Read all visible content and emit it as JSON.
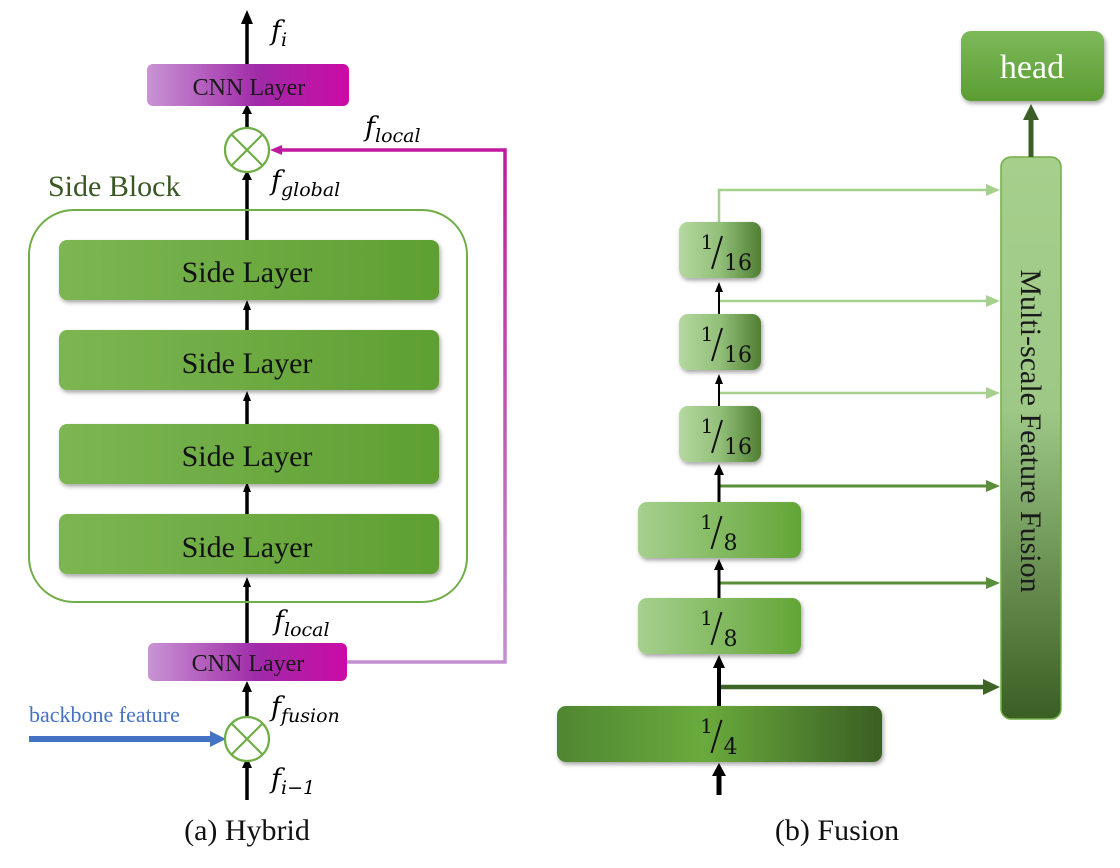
{
  "panels": {
    "hybrid": {
      "caption": "(a) Hybrid",
      "top_output": {
        "base": "f",
        "sub": "i"
      },
      "top_cnn_label": "CNN Layer",
      "bottom_cnn_label": "CNN Layer",
      "side_block_label": "Side Block",
      "side_layers": [
        "Side Layer",
        "Side Layer",
        "Side Layer",
        "Side Layer"
      ],
      "f_local_top": {
        "base": "f",
        "sub": "local"
      },
      "f_global": {
        "base": "f",
        "sub": "global"
      },
      "f_local_bottom": {
        "base": "f",
        "sub": "local"
      },
      "f_fusion": {
        "base": "f",
        "sub": "fusion"
      },
      "f_input": {
        "base": "f",
        "sub": "i−1"
      },
      "backbone_label": "backbone feature",
      "operator_symbol": "⊗"
    },
    "fusion": {
      "caption": "(b) Fusion",
      "head_label": "head",
      "fusion_label": "Multi-scale Feature Fusion",
      "stages": [
        {
          "num": "1",
          "den": "16"
        },
        {
          "num": "1",
          "den": "16"
        },
        {
          "num": "1",
          "den": "16"
        },
        {
          "num": "1",
          "den": "8"
        },
        {
          "num": "1",
          "den": "8"
        },
        {
          "num": "1",
          "den": "4"
        }
      ]
    }
  },
  "colors": {
    "side_green": "#6aaa3e",
    "light_green": "#a6cf8c",
    "dark_green": "#3a5e23",
    "magenta": "#c0189f",
    "lavender": "#c38fd0",
    "backbone_blue": "#4472c4",
    "block_outline": "#70ad47",
    "label_dark_green": "#385723"
  }
}
